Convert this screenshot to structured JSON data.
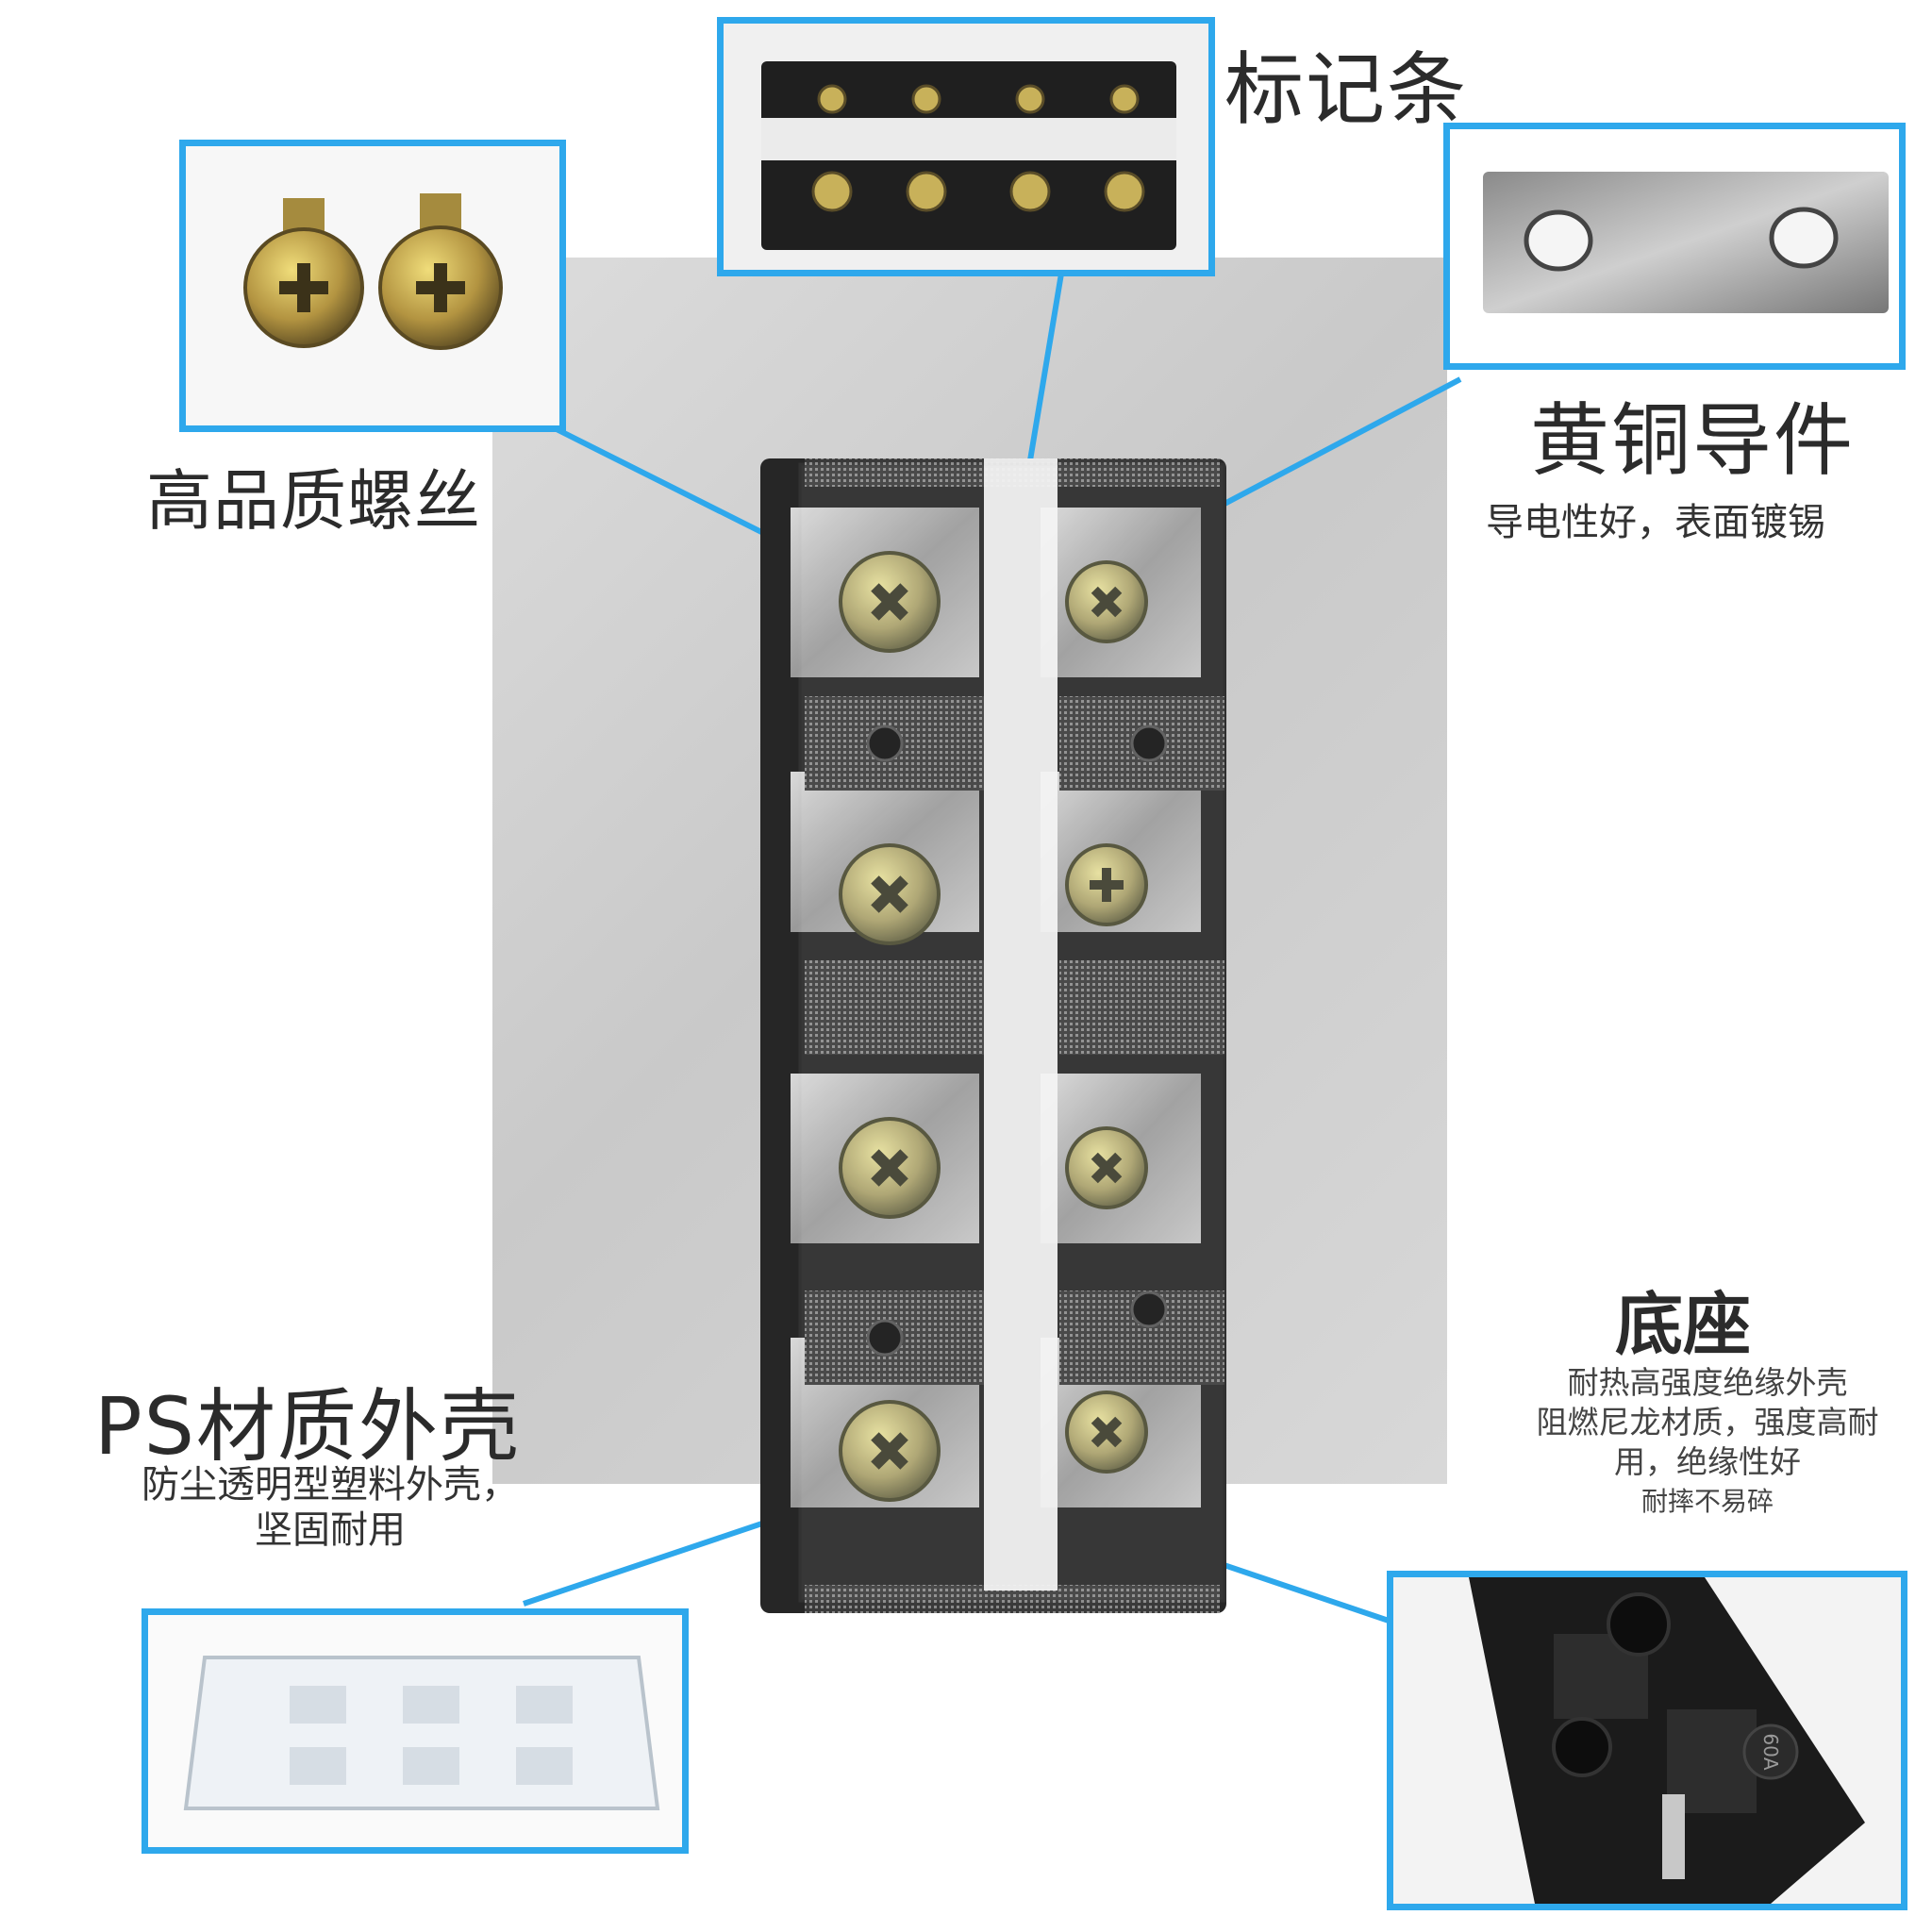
{
  "labels": {
    "marker_strip": "标记条",
    "screws_title": "高品质螺丝",
    "brass_title": "黄铜导件",
    "brass_desc": "导电性好，表面镀锡",
    "base_title": "底座",
    "base_desc_1": "耐热高强度绝缘外壳",
    "base_desc_2": "阻燃尼龙材质，强度高耐",
    "base_desc_3": "用，绝缘性好",
    "base_desc_4": "耐摔不易碎",
    "cover_title": "PS材质外壳",
    "cover_desc_1": "防尘透明型塑料外壳，",
    "cover_desc_2": "坚固耐用",
    "base_mark": "60A"
  },
  "colors": {
    "accent": "#2ea8ec",
    "text": "#2b2b2b",
    "terminal_body": "#2a2a2a",
    "screw": "#c9b667"
  },
  "icons": [
    "phillips-screw-icon",
    "terminal-block-illustration",
    "brass-plate-illustration",
    "clear-cover-illustration",
    "base-illustration"
  ]
}
